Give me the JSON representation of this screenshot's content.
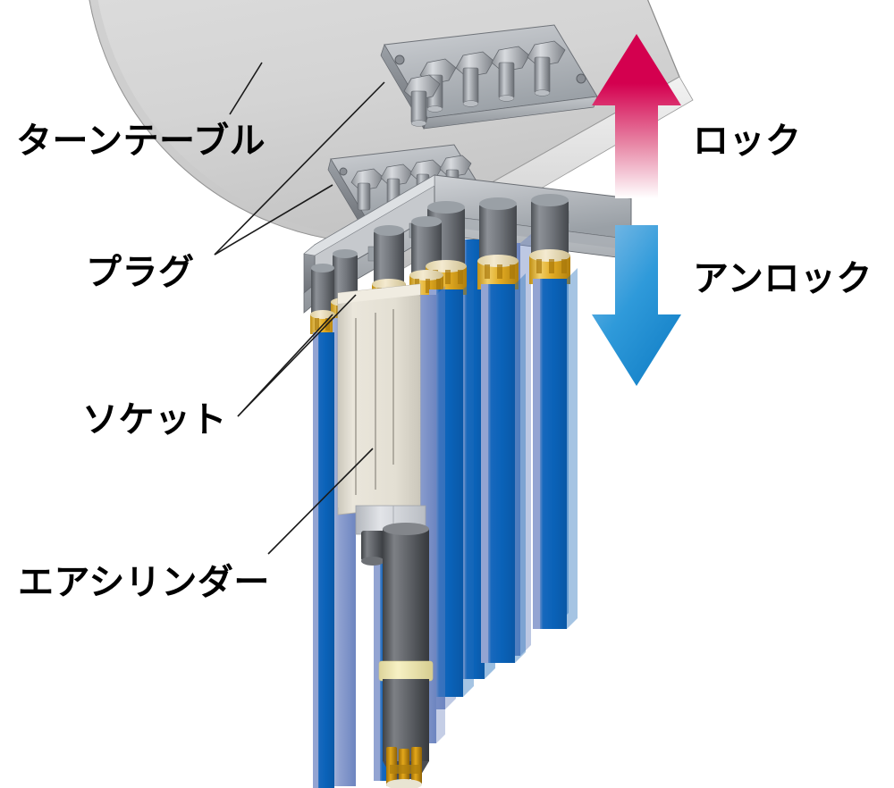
{
  "diagram": {
    "type": "technical-illustration",
    "subject": "turntable-lock-mechanism",
    "background_color": "#ffffff"
  },
  "labels": {
    "turntable": "ターンテーブル",
    "plug": "プラグ",
    "socket": "ソケット",
    "air_cylinder": "エアシリンダー",
    "lock": "ロック",
    "unlock": "アンロック"
  },
  "arrows": {
    "lock": {
      "direction": "up",
      "color_top": "#d4004f",
      "color_bottom": "#ffffff",
      "label": "ロック"
    },
    "unlock": {
      "direction": "down",
      "color_top": "#6fb3e0",
      "color_bottom": "#1482c8",
      "label": "アンロック"
    }
  },
  "colors": {
    "turntable_fill": "#d6d6d6",
    "turntable_edge": "#8a8a8a",
    "plate_gray": "#b9bcc0",
    "plate_gray_dark": "#8e9298",
    "socket_barrel": "#7a7d82",
    "collar_gold": "#e8b428",
    "collar_gold_light": "#f2d98a",
    "rod_blue": "#0a62b8",
    "rod_blue_light": "#8196cc",
    "cylinder_body": "#e2ded3",
    "piston_gray": "#5f6267",
    "ring_cream": "#f2eab4",
    "finger_orange": "#d4920e",
    "leader_line": "#1a1a1a"
  },
  "components": {
    "turntable": {
      "shape": "large-disc",
      "note": "upper circular platter shown in perspective"
    },
    "plug_assemblies": [
      {
        "id": "plug-upper",
        "pins": 5,
        "nuts": 5
      },
      {
        "id": "plug-lower",
        "pins": 5,
        "nuts": 5
      }
    ],
    "socket_plate": {
      "barrels": 7,
      "note": "gray cylindrical sockets with gold collars"
    },
    "rods": {
      "count": 8,
      "note": "blue vertical rods at staggered depths"
    },
    "air_cylinder": {
      "body": "rectangular cream housing",
      "piston": "dark gray rod with cream ring band",
      "gripper_fingers": 5
    }
  }
}
